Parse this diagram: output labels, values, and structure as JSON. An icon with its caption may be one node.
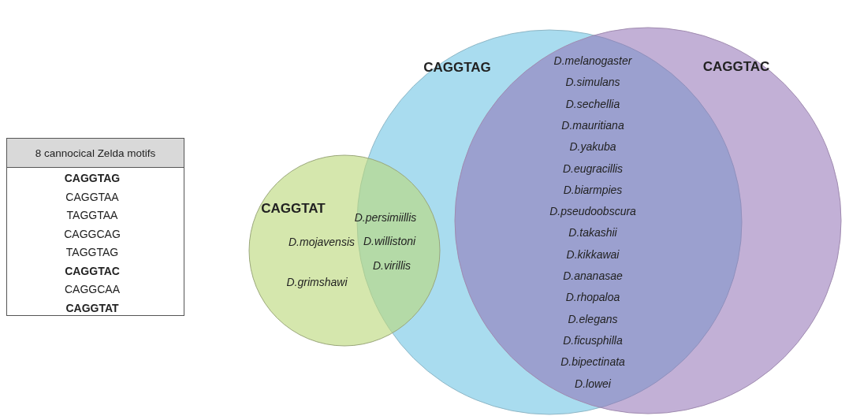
{
  "diagram": {
    "nodes": [
      {
        "text": [
          "CAGGTAT"
        ]
      },
      {
        "text": [
          "CAGGTAG"
        ]
      },
      {
        "text": [
          "CAGGTAC"
        ]
      }
    ],
    "edges": [],
    "labels": [
      "8 cannocical Zelda motifs",
      "CAGGTAG",
      "CAGGTAA",
      "TAGGTAA",
      "CAGGCAG",
      "TAGGTAG",
      "CAGGTAC",
      "CAGGCAA",
      "CAGGTAT",
      "D.mojavensis",
      "D.grimshawi",
      "D.persimiillis",
      "D.willistoni",
      "D.virillis",
      "D.melanogaster",
      "D.simulans",
      "D.sechellia",
      "D.mauritiana",
      "D.yakuba",
      "D.eugracillis",
      "D.biarmpies",
      "D.pseudoobscura",
      "D.takashii",
      "D.kikkawai",
      "D.ananasae",
      "D.rhopaloa",
      "D.elegans",
      "D.ficusphilla",
      "D.bipectinata",
      "D.lowei"
    ]
  }
}
